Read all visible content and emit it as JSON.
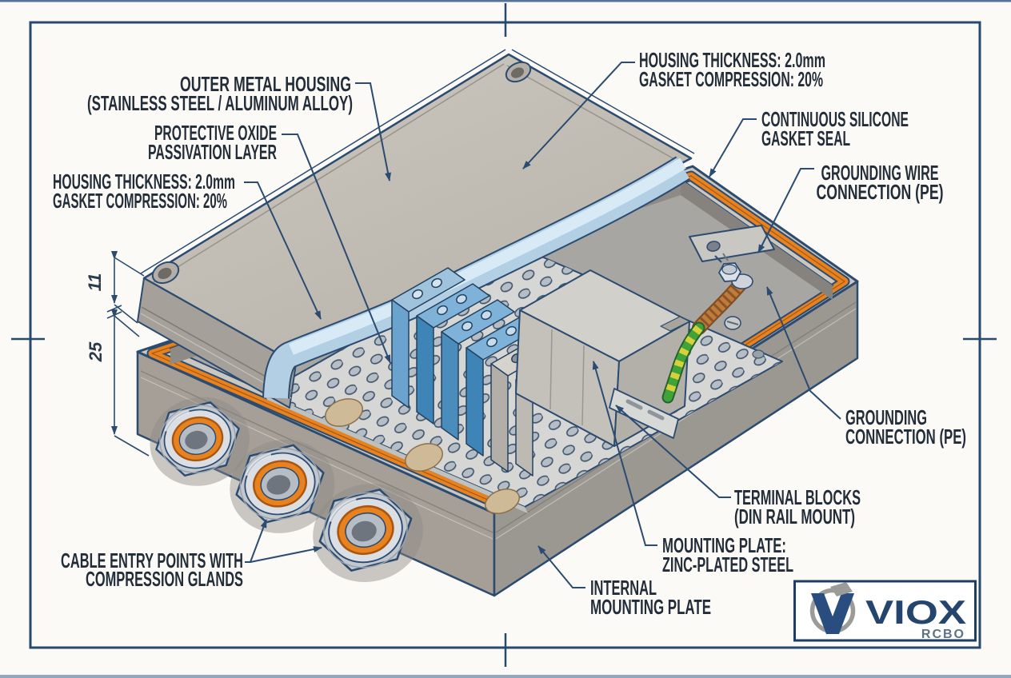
{
  "callouts": {
    "outer_housing": {
      "l1": "OUTER METAL HOUSING",
      "l2": "(STAINLESS STEEL / ALUMINUM ALLOY)"
    },
    "oxide": {
      "l1": "PROTECTIVE OXIDE",
      "l2": "PASSIVATION LAYER"
    },
    "thickness_left": {
      "l1": "HOUSING THICKNESS: 2.0mm",
      "l2": "GASKET COMPRESSION: 20%"
    },
    "thickness_top": {
      "l1": "HOUSING THICKNESS: 2.0mm",
      "l2": "GASKET COMPRESSION: 20%"
    },
    "gasket_seal": {
      "l1": "CONTINUOUS SILICONE",
      "l2": "GASKET SEAL"
    },
    "grounding_wire": {
      "l1": "GROUNDING WIRE",
      "l2": "CONNECTION (PE)"
    },
    "grounding_conn": {
      "l1": "GROUNDING",
      "l2": "CONNECTION (PE)"
    },
    "terminal_blocks": {
      "l1": "TERMINAL BLOCKS",
      "l2": "(DIN RAIL MOUNT)"
    },
    "mounting_plate": {
      "l1": "MOUNTING PLATE:",
      "l2": "ZINC-PLATED STEEL"
    },
    "internal_plate": {
      "l1": "INTERNAL",
      "l2": "MOUNTING PLATE"
    },
    "cable_entry": {
      "l1": "CABLE ENTRY POINTS WITH",
      "l2": "COMPRESSION GLANDS"
    }
  },
  "dims": {
    "d1": "11",
    "d2": "25"
  },
  "logo": {
    "brand": "VIOX",
    "model": "RCBO"
  },
  "colors": {
    "paper": "#fbfaf6",
    "frame_navy": "#27496d",
    "ink": "#232d3a",
    "leader": "#2b4b70",
    "housing_gray": "#c3bfb7",
    "gasket_orange": "#e8821e",
    "seal_blue": "#cfe3f2",
    "terminal_blue": "#3f84b6",
    "copper": "#c07a3e",
    "pe_green": "#3fa33a",
    "pe_yellow": "#d7cf3b",
    "brand_navy": "#24466e",
    "logo_gray": "#9b9b99"
  }
}
